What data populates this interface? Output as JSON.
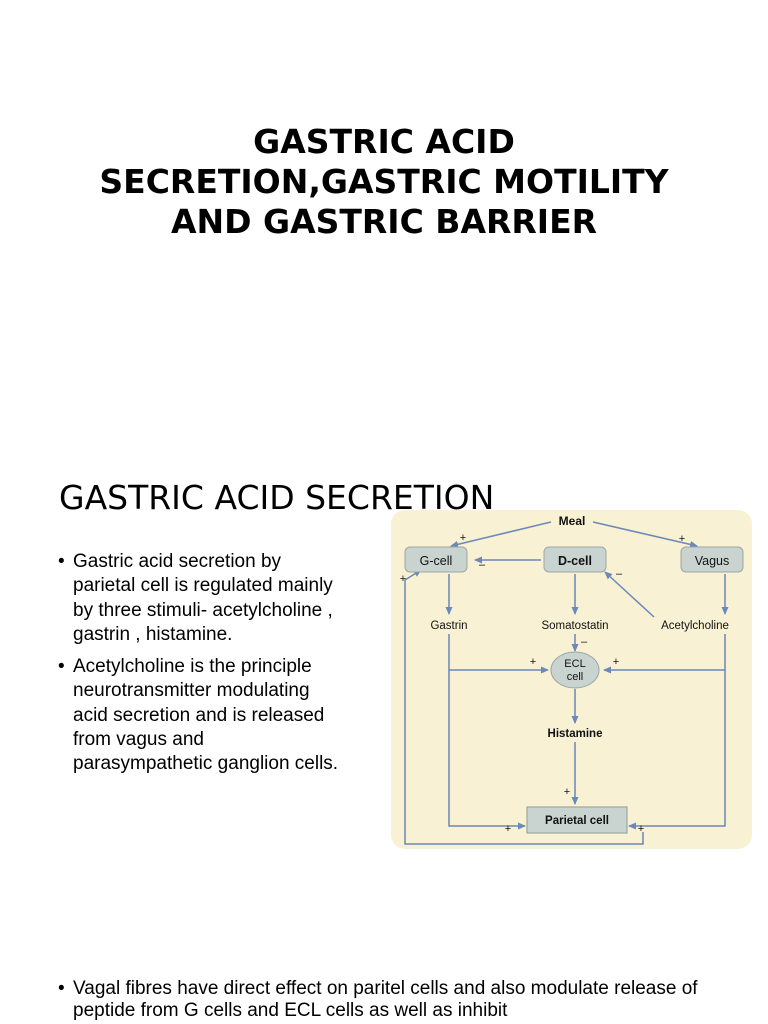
{
  "slide1": {
    "title_lines": [
      "GASTRIC ACID",
      "SECRETION,GASTRIC MOTILITY",
      "AND GASTRIC BARRIER"
    ]
  },
  "slide2": {
    "title": "GASTRIC ACID SECRETION",
    "bullets": [
      "Gastric acid secretion by parietal cell is regulated mainly by three stimuli- acetylcholine , gastrin , histamine.",
      "Acetylcholine is the principle neurotransmitter modulating acid secretion and is released from vagus and parasympathetic ganglion cells."
    ],
    "bottom_bullet": "Vagal fibres have direct effect on paritel cells and also modulate release of peptide from G cells and ECL cells as well as inhibit"
  },
  "diagram": {
    "meal": "Meal",
    "g_cell": "G-cell",
    "d_cell": "D-cell",
    "vagus": "Vagus",
    "gastrin": "Gastrin",
    "somatostatin": "Somatostatin",
    "acetylcholine": "Acetylcholine",
    "ecl_line1": "ECL",
    "ecl_line2": "cell",
    "histamine": "Histamine",
    "parietal": "Parietal cell",
    "plus": "+",
    "minus": "–",
    "colors": {
      "panel": "#f9f1d3",
      "arrow": "#6a88b8",
      "box_fill": "#c9d3cf",
      "box_stroke": "#9aa8a4"
    }
  }
}
